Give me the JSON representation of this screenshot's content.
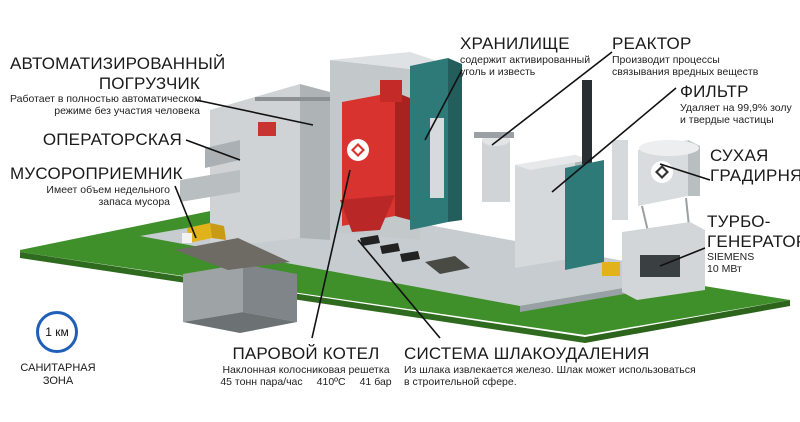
{
  "labels": {
    "loader": {
      "title_line1": "АВТОМАТИЗИРОВАННЫЙ",
      "title_line2": "ПОГРУЗЧИК",
      "desc_line1": "Работает в полностью автоматическом",
      "desc_line2": "режиме без участия человека"
    },
    "control_room": {
      "title": "ОПЕРАТОРСКАЯ"
    },
    "waste_bunker": {
      "title": "МУСОРОПРИЕМНИК",
      "desc_line1": "Имеет объем недельного",
      "desc_line2": "запаса мусора"
    },
    "storage": {
      "title": "ХРАНИЛИЩЕ",
      "desc_line1": "содержит активированный",
      "desc_line2": "уголь и известь"
    },
    "reactor": {
      "title": "РЕАКТОР",
      "desc_line1": "Производит процессы",
      "desc_line2": "связывания вредных веществ"
    },
    "filter": {
      "title": "ФИЛЬТР",
      "desc_line1": "Удаляет на 99,9% золу",
      "desc_line2": "и твердые частицы"
    },
    "cooling_tower": {
      "title_line1": "СУХАЯ",
      "title_line2": "ГРАДИРНЯ"
    },
    "turbine": {
      "title_line1": "ТУРБО-",
      "title_line2": "ГЕНЕРАТОР",
      "desc_line1": "SIEMENS",
      "desc_line2": "10 МВт"
    },
    "boiler": {
      "title": "ПАРОВОЙ КОТЕЛ",
      "desc_line1": "Наклонная колосниковая решетка",
      "spec_capacity": "45 тонн пара/час",
      "spec_temperature": "410ºС",
      "spec_pressure": "41 бар"
    },
    "slag_system": {
      "title": "СИСТЕМА ШЛАКОУДАЛЕНИЯ",
      "desc_line1": "Из шлака извлекается железо. Шлак может использоваться",
      "desc_line2": "в строительной сфере."
    },
    "sanitary_zone": {
      "radius": "1 км",
      "label_line1": "САНИТАРНАЯ",
      "label_line2": "ЗОНА"
    }
  },
  "colors": {
    "grass": "#3f8f2a",
    "boiler_red": "#d9332f",
    "building_teal": "#2e7a78",
    "concrete": "#c9cdd0",
    "pointer": "#111111",
    "zone_ring": "#1f5fb8"
  },
  "icons": [
    "boiler-logo-icon",
    "cooling-tower-logo-icon"
  ]
}
